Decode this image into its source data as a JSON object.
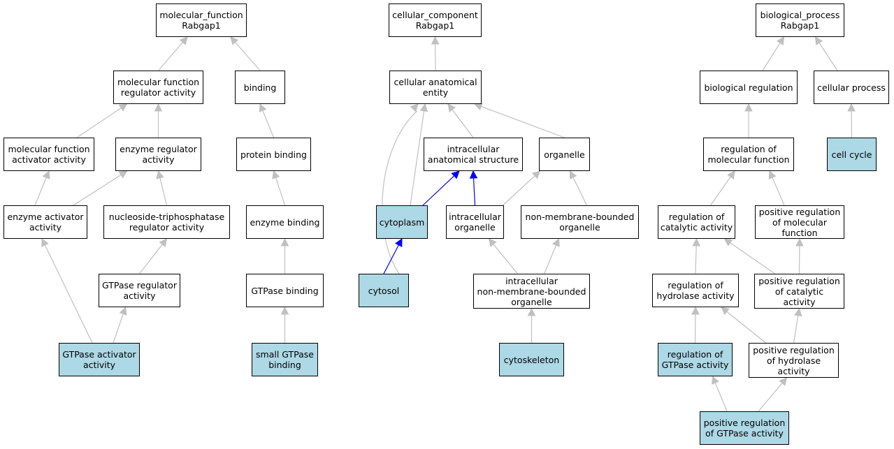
{
  "diagram": {
    "colors": {
      "default_edge": "#c0c0c0",
      "highlight_edge": "#0000ff",
      "highlight_node": "#add8e6",
      "node": "#ffffff"
    },
    "nodes": [
      {
        "id": "mf_root",
        "label": "molecular_function\nRabgap1",
        "highlight": false
      },
      {
        "id": "mf_reg",
        "label": "molecular function\nregulator activity",
        "highlight": false
      },
      {
        "id": "binding",
        "label": "binding",
        "highlight": false
      },
      {
        "id": "mf_act",
        "label": "molecular function\nactivator activity",
        "highlight": false
      },
      {
        "id": "enz_reg",
        "label": "enzyme regulator\nactivity",
        "highlight": false
      },
      {
        "id": "prot_bind",
        "label": "protein binding",
        "highlight": false
      },
      {
        "id": "enz_act",
        "label": "enzyme activator\nactivity",
        "highlight": false
      },
      {
        "id": "ntp_reg",
        "label": "nucleoside-triphosphatase\nregulator activity",
        "highlight": false
      },
      {
        "id": "enz_bind",
        "label": "enzyme binding",
        "highlight": false
      },
      {
        "id": "gtp_reg",
        "label": "GTPase regulator\nactivity",
        "highlight": false
      },
      {
        "id": "gtp_bind",
        "label": "GTPase binding",
        "highlight": false
      },
      {
        "id": "gtp_act",
        "label": "GTPase activator\nactivity",
        "highlight": true
      },
      {
        "id": "sm_gtp",
        "label": "small GTPase\nbinding",
        "highlight": true
      },
      {
        "id": "cc_root",
        "label": "cellular_component\nRabgap1",
        "highlight": false
      },
      {
        "id": "cae",
        "label": "cellular anatomical\nentity",
        "highlight": false
      },
      {
        "id": "ias",
        "label": "intracellular\nanatomical structure",
        "highlight": false
      },
      {
        "id": "organelle",
        "label": "organelle",
        "highlight": false
      },
      {
        "id": "cytoplasm",
        "label": "cytoplasm",
        "highlight": true
      },
      {
        "id": "ic_org",
        "label": "intracellular\norganelle",
        "highlight": false
      },
      {
        "id": "nmb_org",
        "label": "non-membrane-bounded\norganelle",
        "highlight": false
      },
      {
        "id": "cytosol",
        "label": "cytosol",
        "highlight": true
      },
      {
        "id": "ic_nmb_org",
        "label": "intracellular\nnon-membrane-bounded\norganelle",
        "highlight": false
      },
      {
        "id": "cytoskeleton",
        "label": "cytoskeleton",
        "highlight": true
      },
      {
        "id": "bp_root",
        "label": "biological_process\nRabgap1",
        "highlight": false
      },
      {
        "id": "bio_reg",
        "label": "biological regulation",
        "highlight": false
      },
      {
        "id": "cell_proc",
        "label": "cellular process",
        "highlight": false
      },
      {
        "id": "reg_mf",
        "label": "regulation of\nmolecular function",
        "highlight": false
      },
      {
        "id": "cell_cycle",
        "label": "cell cycle",
        "highlight": true
      },
      {
        "id": "reg_cat",
        "label": "regulation of\ncatalytic activity",
        "highlight": false
      },
      {
        "id": "pos_reg_mf",
        "label": "positive regulation\nof molecular\nfunction",
        "highlight": false
      },
      {
        "id": "reg_hyd",
        "label": "regulation of\nhydrolase activity",
        "highlight": false
      },
      {
        "id": "pos_reg_cat",
        "label": "positive regulation\nof catalytic\nactivity",
        "highlight": false
      },
      {
        "id": "reg_gtp",
        "label": "regulation of\nGTPase activity",
        "highlight": true
      },
      {
        "id": "pos_reg_hyd",
        "label": "positive regulation\nof hydrolase\nactivity",
        "highlight": false
      },
      {
        "id": "pos_reg_gtp",
        "label": "positive regulation\nof GTPase activity",
        "highlight": true
      }
    ],
    "edges": [
      {
        "from": "mf_reg",
        "to": "mf_root",
        "highlight": false
      },
      {
        "from": "binding",
        "to": "mf_root",
        "highlight": false
      },
      {
        "from": "mf_act",
        "to": "mf_reg",
        "highlight": false
      },
      {
        "from": "enz_reg",
        "to": "mf_reg",
        "highlight": false
      },
      {
        "from": "prot_bind",
        "to": "binding",
        "highlight": false
      },
      {
        "from": "enz_act",
        "to": "mf_act",
        "highlight": false
      },
      {
        "from": "enz_act",
        "to": "enz_reg",
        "highlight": false
      },
      {
        "from": "ntp_reg",
        "to": "enz_reg",
        "highlight": false
      },
      {
        "from": "enz_bind",
        "to": "prot_bind",
        "highlight": false
      },
      {
        "from": "gtp_reg",
        "to": "ntp_reg",
        "highlight": false
      },
      {
        "from": "gtp_bind",
        "to": "enz_bind",
        "highlight": false
      },
      {
        "from": "gtp_act",
        "to": "enz_act",
        "highlight": false
      },
      {
        "from": "gtp_act",
        "to": "gtp_reg",
        "highlight": false
      },
      {
        "from": "sm_gtp",
        "to": "gtp_bind",
        "highlight": false
      },
      {
        "from": "cae",
        "to": "cc_root",
        "highlight": false
      },
      {
        "from": "ias",
        "to": "cae",
        "highlight": false
      },
      {
        "from": "organelle",
        "to": "cae",
        "highlight": false
      },
      {
        "from": "cytoplasm",
        "to": "cae",
        "highlight": false
      },
      {
        "from": "cytosol",
        "to": "cae",
        "highlight": false
      },
      {
        "from": "cytoplasm",
        "to": "ias",
        "highlight": true
      },
      {
        "from": "ic_org",
        "to": "ias",
        "highlight": true
      },
      {
        "from": "ic_org",
        "to": "organelle",
        "highlight": false
      },
      {
        "from": "nmb_org",
        "to": "organelle",
        "highlight": false
      },
      {
        "from": "cytosol",
        "to": "cytoplasm",
        "highlight": true
      },
      {
        "from": "ic_nmb_org",
        "to": "ic_org",
        "highlight": false
      },
      {
        "from": "ic_nmb_org",
        "to": "nmb_org",
        "highlight": false
      },
      {
        "from": "cytoskeleton",
        "to": "ic_nmb_org",
        "highlight": false
      },
      {
        "from": "bio_reg",
        "to": "bp_root",
        "highlight": false
      },
      {
        "from": "cell_proc",
        "to": "bp_root",
        "highlight": false
      },
      {
        "from": "reg_mf",
        "to": "bio_reg",
        "highlight": false
      },
      {
        "from": "cell_cycle",
        "to": "cell_proc",
        "highlight": false
      },
      {
        "from": "reg_cat",
        "to": "reg_mf",
        "highlight": false
      },
      {
        "from": "pos_reg_mf",
        "to": "reg_mf",
        "highlight": false
      },
      {
        "from": "reg_hyd",
        "to": "reg_cat",
        "highlight": false
      },
      {
        "from": "pos_reg_cat",
        "to": "reg_cat",
        "highlight": false
      },
      {
        "from": "pos_reg_cat",
        "to": "pos_reg_mf",
        "highlight": false
      },
      {
        "from": "reg_gtp",
        "to": "reg_hyd",
        "highlight": false
      },
      {
        "from": "pos_reg_hyd",
        "to": "reg_hyd",
        "highlight": false
      },
      {
        "from": "pos_reg_hyd",
        "to": "pos_reg_cat",
        "highlight": false
      },
      {
        "from": "pos_reg_gtp",
        "to": "reg_gtp",
        "highlight": false
      },
      {
        "from": "pos_reg_gtp",
        "to": "pos_reg_hyd",
        "highlight": false
      }
    ]
  }
}
